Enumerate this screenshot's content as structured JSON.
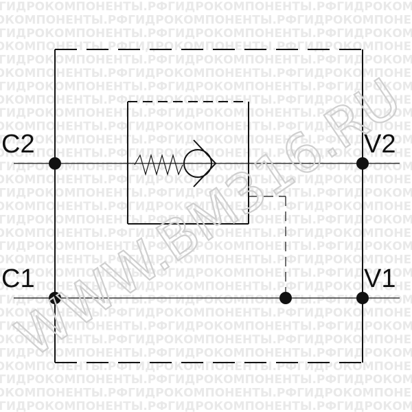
{
  "watermark": {
    "repeat_text": "ГИДРОКОМПОНЕНТЫ.РФ",
    "url_text": "WWW.BM316.RU"
  },
  "ports": {
    "c2": "C2",
    "c1": "C1",
    "v2": "V2",
    "v1": "V1"
  },
  "colors": {
    "line": "#111111",
    "watermark": "#e9e9e9"
  }
}
